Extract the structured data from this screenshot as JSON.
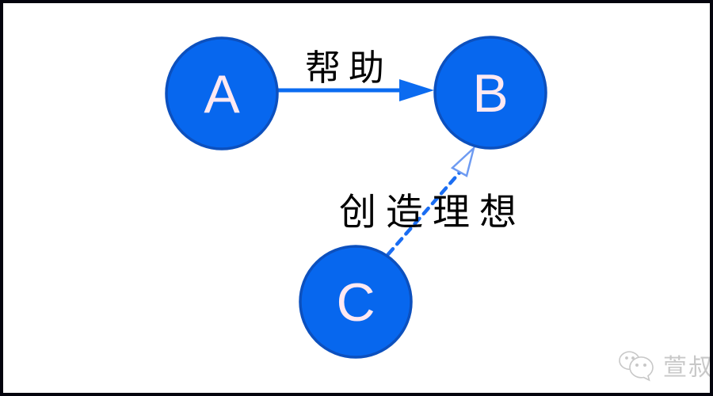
{
  "diagram": {
    "nodes": [
      {
        "id": "A",
        "label": "A"
      },
      {
        "id": "B",
        "label": "B"
      },
      {
        "id": "C",
        "label": "C"
      }
    ],
    "edges": [
      {
        "from": "A",
        "to": "B",
        "label": "帮助",
        "style": "solid",
        "arrowhead": "filled"
      },
      {
        "from": "C",
        "to": "B",
        "label": "创造理想",
        "style": "dashed",
        "arrowhead": "open"
      }
    ]
  },
  "watermark": {
    "icon": "wechat-icon",
    "text": "萱叔"
  },
  "colors": {
    "background": "#ffffff",
    "frame": "#04040d",
    "node_fill": "#0767EE",
    "node_stroke": "#0C50BE",
    "node_label": "#FFE9F2",
    "arrow_solid": "#0B6BF0",
    "arrow_dashed": "#1A6DF2",
    "arrowhead_open_stroke": "#6E9BF2",
    "arrowhead_open_fill": "#FFFFFF",
    "edge_label": "#000000",
    "watermark": "#C8C8C8"
  }
}
